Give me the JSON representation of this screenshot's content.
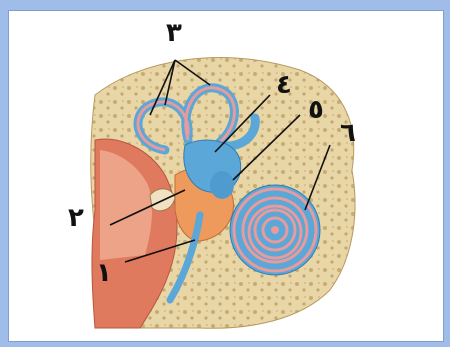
{
  "labels": {
    "l1": "١",
    "l2": "٢",
    "l3": "٣",
    "l4": "٤",
    "l5": "٥",
    "l6": "٦"
  },
  "colors": {
    "frame": "#9fbde8",
    "bone": "#e9d6a6",
    "bone_dark": "#b89a5e",
    "canal_blue": "#5aa7d8",
    "canal_pink": "#e79b9c",
    "flesh": "#e07a5f",
    "orange": "#ee9a5c"
  }
}
